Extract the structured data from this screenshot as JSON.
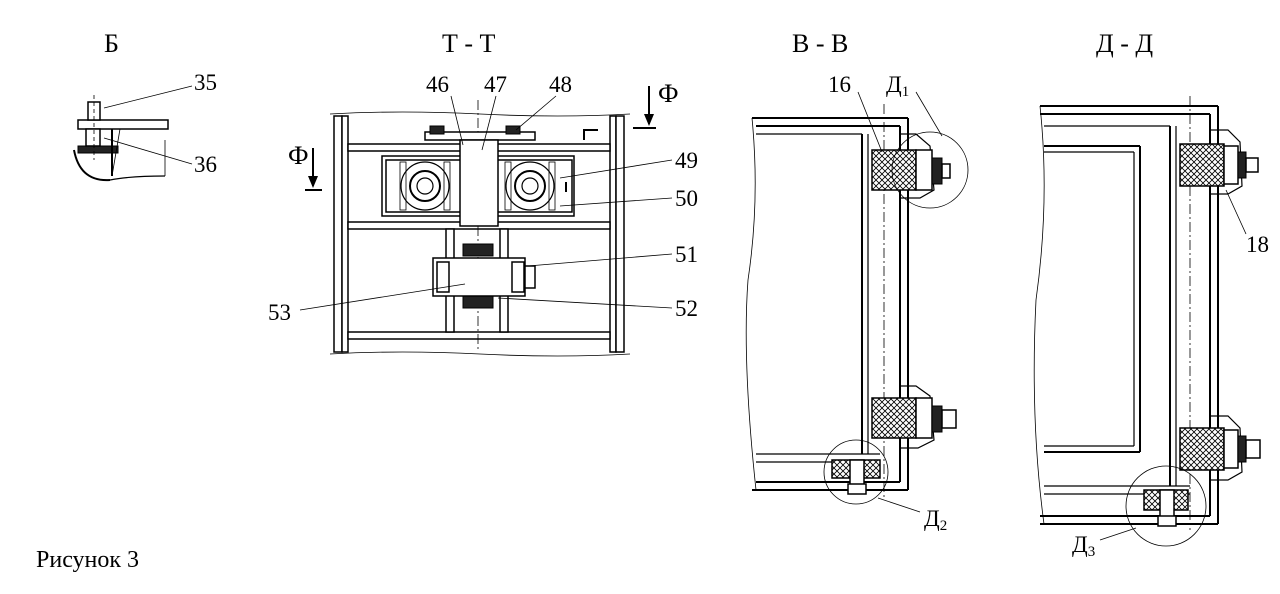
{
  "views": {
    "b": {
      "title": "Б",
      "callouts": [
        "35",
        "36"
      ]
    },
    "tt": {
      "title": "Т - Т",
      "section_mark": "Ф",
      "callouts": [
        "46",
        "47",
        "48",
        "49",
        "50",
        "51",
        "52",
        "53"
      ]
    },
    "vv": {
      "title": "В - В",
      "callouts": [
        "16"
      ],
      "detail_main": "Д",
      "detail_1_sub": "1",
      "detail_2_sub": "2"
    },
    "dd": {
      "title": "Д - Д",
      "callouts": [
        "18"
      ],
      "detail_main": "Д",
      "detail_3_sub": "3"
    }
  },
  "caption": "Рисунок 3"
}
